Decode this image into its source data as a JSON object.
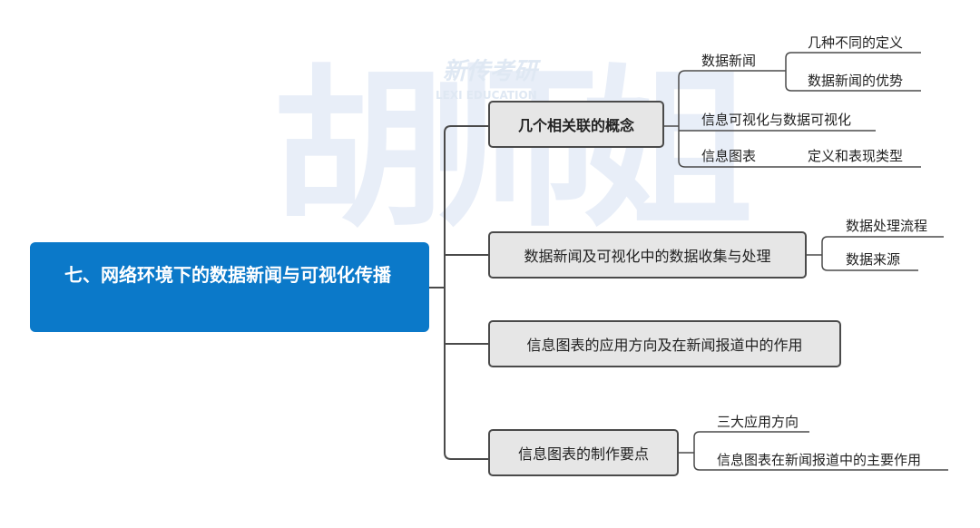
{
  "watermark": {
    "logo_text": "新传考研",
    "logo_sub": "LEXI EDUCATION",
    "big_text": "胡师姐"
  },
  "root": {
    "label": "七、网络环境下的数据新闻与可视化传播"
  },
  "branches": [
    {
      "label": "几个相关联的概念",
      "children": [
        {
          "label": "数据新闻",
          "children": [
            "几种不同的定义",
            "数据新闻的优势"
          ]
        },
        {
          "label": "信息可视化与数据可视化",
          "children": []
        },
        {
          "label": "信息图表",
          "children": [
            "定义和表现类型"
          ]
        }
      ]
    },
    {
      "label": "数据新闻及可视化中的数据收集与处理",
      "children": [
        "数据处理流程",
        "数据来源"
      ]
    },
    {
      "label": "信息图表的应用方向及在新闻报道中的作用",
      "children": []
    },
    {
      "label": "信息图表的制作要点",
      "children": [
        "三大应用方向",
        "信息图表在新闻报道中的主要作用"
      ]
    }
  ],
  "colors": {
    "root": "#0b79c9",
    "node_fill": "#e6e6e6",
    "line": "#4a4a4a"
  }
}
